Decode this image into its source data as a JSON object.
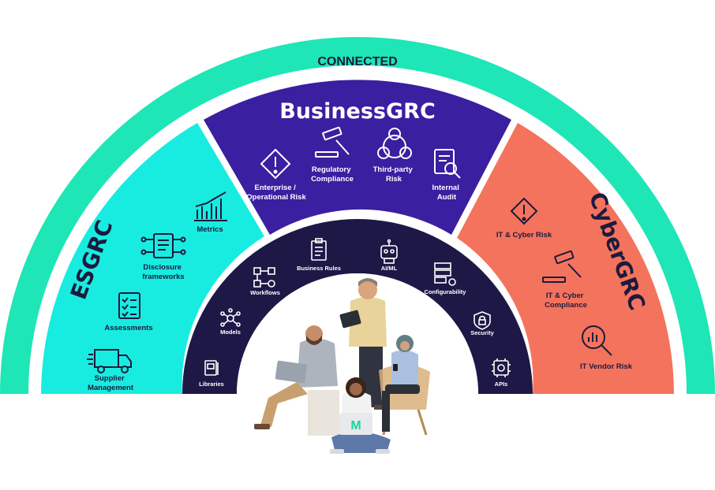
{
  "outer_ring": {
    "label": "CONNECTED",
    "color": "#1ee6b6"
  },
  "segments": {
    "esg": {
      "title": "ESGRC",
      "color": "#18ece0",
      "items": [
        {
          "label_lines": [
            "Metrics"
          ],
          "icon": "bar-chart-icon"
        },
        {
          "label_lines": [
            "Disclosure",
            "frameworks"
          ],
          "icon": "document-network-icon"
        },
        {
          "label_lines": [
            "Assessments"
          ],
          "icon": "checklist-icon"
        },
        {
          "label_lines": [
            "Supplier",
            "Management"
          ],
          "icon": "truck-icon"
        }
      ]
    },
    "business": {
      "title": "BusinessGRC",
      "color": "#3a1fa0",
      "items": [
        {
          "label_lines": [
            "Enterprise /",
            "Operational Risk"
          ],
          "icon": "warning-icon"
        },
        {
          "label_lines": [
            "Regulatory",
            "Compliance"
          ],
          "icon": "gavel-icon"
        },
        {
          "label_lines": [
            "Third-party",
            "Risk"
          ],
          "icon": "people-network-icon"
        },
        {
          "label_lines": [
            "Internal",
            "Audit"
          ],
          "icon": "document-search-icon"
        }
      ]
    },
    "cyber": {
      "title": "CyberGRC",
      "color": "#f4735d",
      "items": [
        {
          "label_lines": [
            "IT & Cyber Risk"
          ],
          "icon": "warning-icon"
        },
        {
          "label_lines": [
            "IT & Cyber",
            "Compliance"
          ],
          "icon": "gavel-icon"
        },
        {
          "label_lines": [
            "IT Vendor Risk"
          ],
          "icon": "magnifier-chart-icon"
        }
      ]
    }
  },
  "platform": {
    "color": "#1e1847",
    "items": [
      {
        "label": "Libraries",
        "icon": "library-icon"
      },
      {
        "label": "Models",
        "icon": "models-icon"
      },
      {
        "label": "Workflows",
        "icon": "workflow-icon"
      },
      {
        "label": "Business Rules",
        "icon": "clipboard-icon"
      },
      {
        "label": "AI/ML",
        "icon": "robot-icon"
      },
      {
        "label": "Configurability",
        "icon": "server-gear-icon"
      },
      {
        "label": "Security",
        "icon": "shield-lock-icon"
      },
      {
        "label": "APIs",
        "icon": "chip-gear-icon"
      }
    ]
  },
  "people": {
    "laptop_logo": "M"
  }
}
